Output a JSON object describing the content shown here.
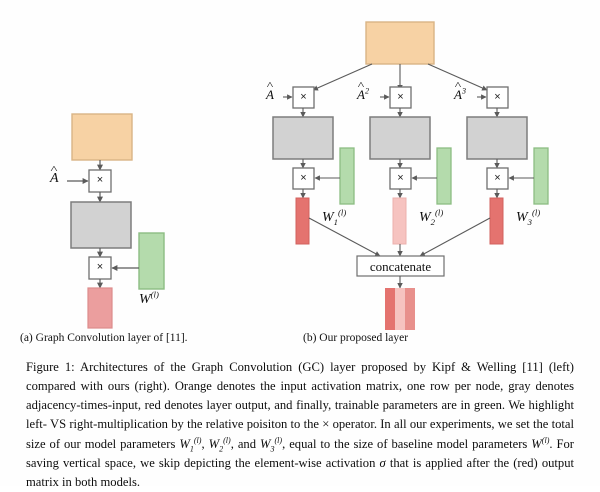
{
  "figure": {
    "subfigures": [
      {
        "id": "a",
        "caption": "(a) Graph Convolution layer of [11]."
      },
      {
        "id": "b",
        "caption": "(b) Our proposed layer"
      }
    ],
    "left_diagram": {
      "name": "graph-convolution-layer-kipf-welling",
      "nodes": [
        {
          "name": "input-activation-matrix",
          "role": "input",
          "color": "#f7d2a4"
        },
        {
          "name": "multiply-operator-1",
          "role": "operator",
          "label": "×"
        },
        {
          "name": "adjacency-times-input-matrix",
          "role": "intermediate",
          "color": "#d2d2d2"
        },
        {
          "name": "multiply-operator-2",
          "role": "operator",
          "label": "×"
        },
        {
          "name": "layer-output-matrix",
          "role": "output",
          "color": "#eb9e9e"
        },
        {
          "name": "weight-matrix",
          "role": "parameters",
          "color": "#b4dbac"
        }
      ],
      "labels": {
        "adjacency": "A",
        "adjacency_hat": true,
        "weight": "W",
        "weight_superscript": "(l)"
      }
    },
    "right_diagram": {
      "name": "our-proposed-layer",
      "branches": [
        {
          "adjacency": "A",
          "adjacency_power": "",
          "weight": "W",
          "weight_subscript": "1",
          "weight_superscript": "(l)",
          "output_color": "#e4736f"
        },
        {
          "adjacency": "A",
          "adjacency_power": "2",
          "weight": "W",
          "weight_subscript": "2",
          "weight_superscript": "(l)",
          "output_color": "#f6c3c0"
        },
        {
          "adjacency": "A",
          "adjacency_power": "3",
          "weight": "W",
          "weight_subscript": "3",
          "weight_superscript": "(l)",
          "output_color": "#e4736f"
        }
      ],
      "concatenate_label": "concatenate",
      "operator_label": "×",
      "input_color": "#f7d2a4",
      "intermediate_color": "#d2d2d2",
      "weight_color": "#b4dbac",
      "concatenated_output_stripes": [
        "#e4736f",
        "#f6c3c0",
        "#e8908c"
      ]
    }
  },
  "caption": {
    "label": "Figure 1:",
    "part1": " Architectures of the Graph Convolution (GC) layer proposed by Kipf & Welling [11] (left) compared with ours (right). Orange denotes the input activation matrix, one row per node, gray denotes adjacency-times-input, red denotes layer output, and finally, trainable parameters are in green. We highlight left- VS right-multiplication by the relative poisiton to the × operator. In all our experiments, we set the total size of our model parameters ",
    "w1": "W",
    "w1_sub": "1",
    "w1_sup": "(l)",
    "sep1": ", ",
    "w2": "W",
    "w2_sub": "2",
    "w2_sup": "(l)",
    "sep2": ", and ",
    "w3": "W",
    "w3_sub": "3",
    "w3_sup": "(l)",
    "part2": ", equal to the size of baseline model parameters ",
    "w0": "W",
    "w0_sup": "(l)",
    "part3": ". For saving vertical space, we skip depicting the element-wise activation ",
    "sigma": "σ",
    "part4": " that is applied after the (red) output matrix in both models."
  },
  "colors": {
    "orange_fill": "#f7d2a4",
    "orange_stroke": "#d9b486",
    "gray_fill": "#d2d2d2",
    "gray_stroke": "#7d7d7d",
    "green_fill": "#b4dbac",
    "green_stroke": "#8cbd83",
    "red_fill": "#eb9e9e",
    "red_stroke": "#dd8c8c",
    "red_dark": "#e4736f",
    "red_light": "#f6c3c0",
    "line": "#5a5a5a",
    "op_stroke": "#6f6f6f",
    "op_fill": "#ffffff"
  }
}
